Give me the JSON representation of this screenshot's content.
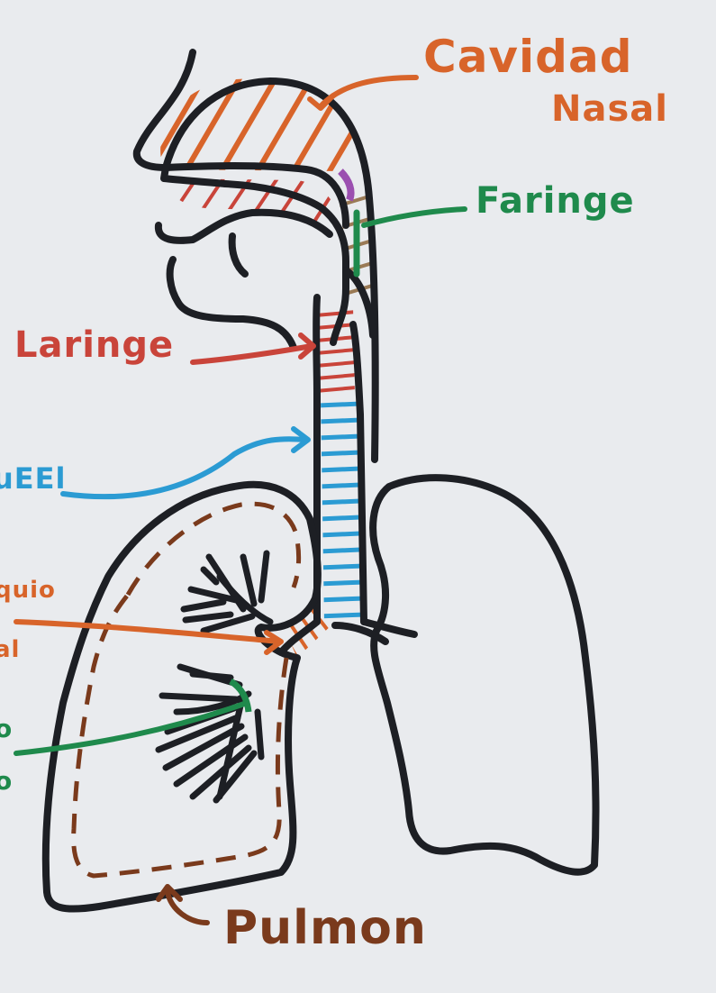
{
  "labels": {
    "cavidad_nasal_line1": "Cavidad",
    "cavidad_nasal_line2": "Nasal",
    "faringe": "Faringe",
    "laringe": "Laringe",
    "traquea_fragment": "uEEl",
    "bronquio_fragment_line1": "quio",
    "bronquio_fragment_line2": "al",
    "bronquiolo_fragment_line1": "o",
    "bronquiolo_fragment_line2": "o",
    "pulmon": "Pulmon"
  },
  "colors": {
    "background": "#e9ebee",
    "outline": "#1d1f24",
    "nasal": "#d8642a",
    "faringe": "#1f8a4c",
    "laringe": "#c9443a",
    "traquea": "#2b9bd3",
    "bronquio": "#d8642a",
    "bronquiolo": "#1f8a4c",
    "pleura": "#7a3a1c",
    "accent_purple": "#9b4fb0"
  }
}
